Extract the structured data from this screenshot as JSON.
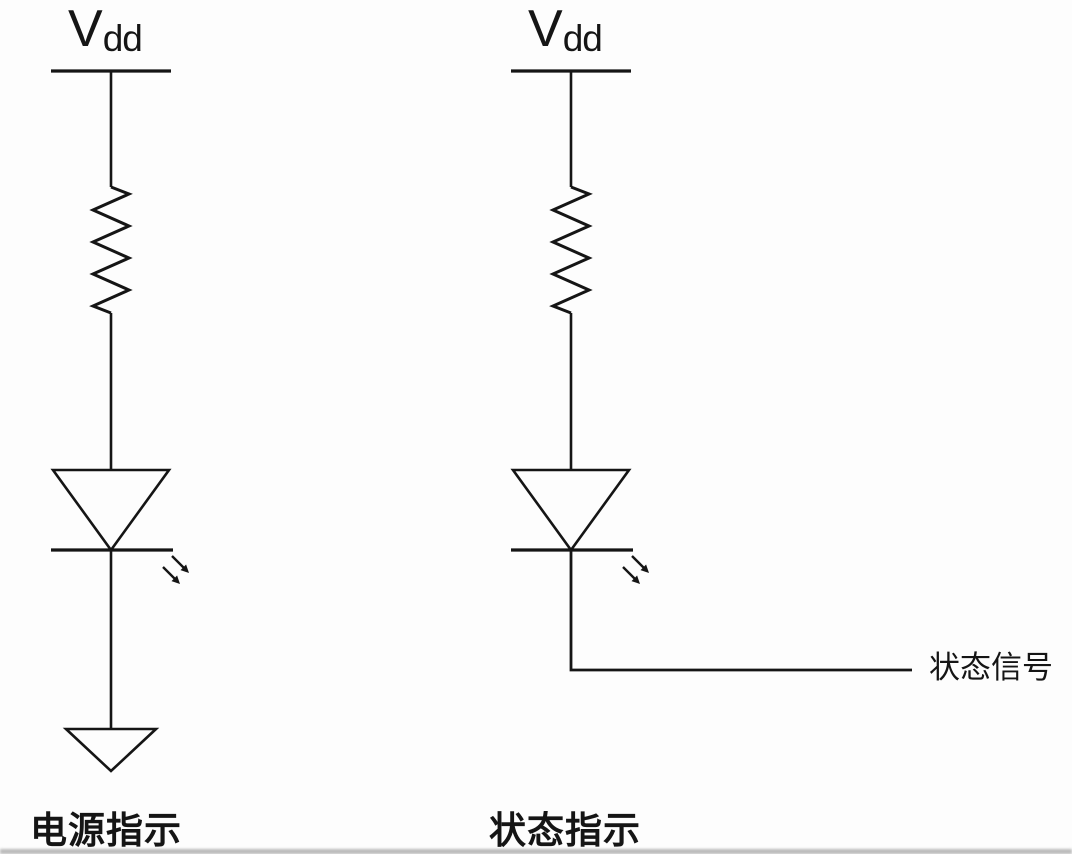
{
  "colors": {
    "background": "#fdfdfd",
    "line": "#151515"
  },
  "left_circuit": {
    "semantic": "power-indicator-circuit",
    "vdd_main": "V",
    "vdd_sub": "dd",
    "components": [
      "vdd-rail",
      "resistor",
      "led",
      "ground"
    ],
    "caption": "电源指示"
  },
  "right_circuit": {
    "semantic": "status-indicator-circuit",
    "vdd_main": "V",
    "vdd_sub": "dd",
    "components": [
      "vdd-rail",
      "resistor",
      "led",
      "signal-wire"
    ],
    "caption": "状态指示",
    "signal_label": "状态信号"
  }
}
